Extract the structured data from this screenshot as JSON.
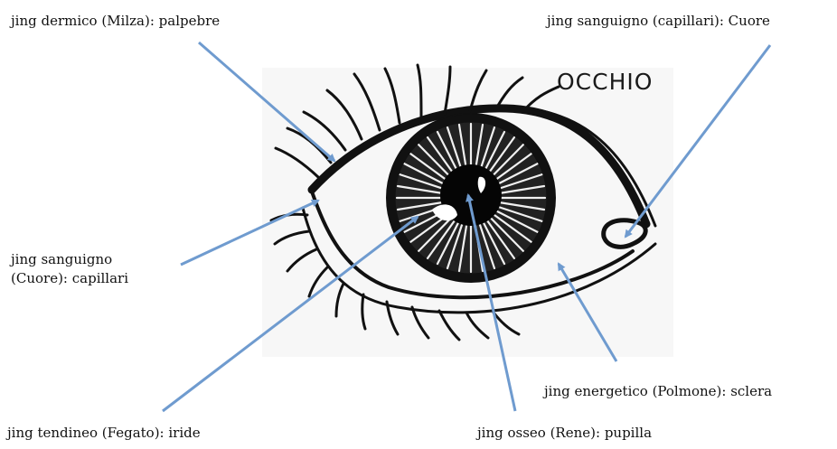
{
  "title": "OCCHIO",
  "labels": {
    "palpebre": "jing dermico  (Milza): palpebre",
    "cuore_top": "jing sanguigno (capillari): Cuore",
    "capillari_l1": "jing sanguigno",
    "capillari_l2": "(Cuore): capillari",
    "sclera": "jing energetico (Polmone): sclera",
    "iride": "jing tendineo (Fegato): iride",
    "pupilla": "jing osseo (Rene): pupilla"
  },
  "colors": {
    "arrow": "#6f9bcf",
    "ink": "#111111"
  }
}
